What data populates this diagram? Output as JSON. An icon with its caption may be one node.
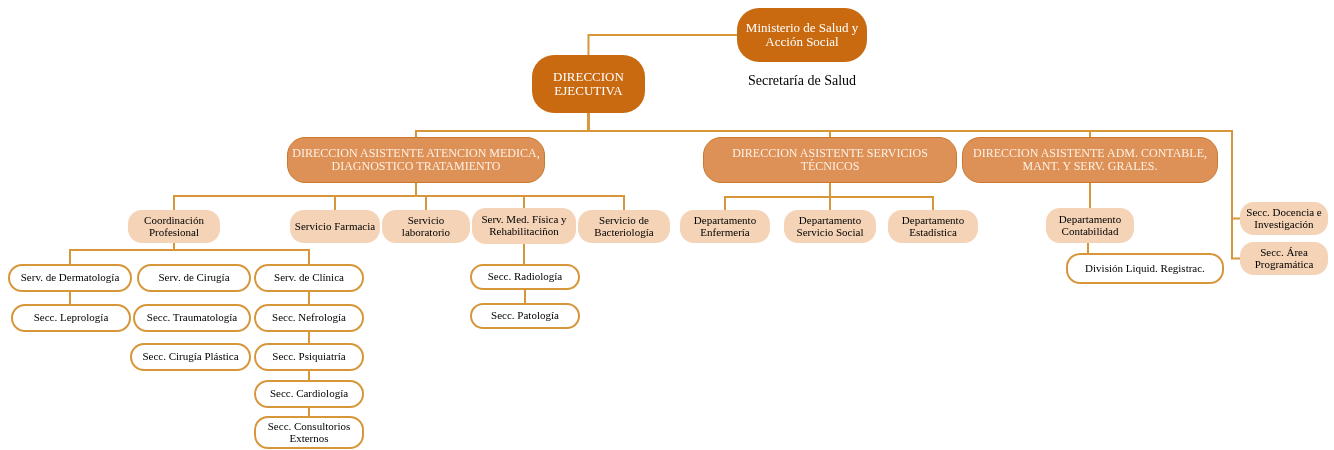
{
  "diagram": {
    "nodes": [
      {
        "text": [
          "Ministerio de Salud y Acción Social"
        ],
        "beside": [
          "Secretaría de Salud"
        ]
      },
      {
        "text": [
          "DIRECCION EJECUTIVA"
        ]
      },
      {
        "text": [
          "DIRECCION ASISTENTE ATENCION MEDICA, DIAGNOSTICO TRATAMIENTO"
        ]
      },
      {
        "text": [
          "DIRECCION ASISTENTE SERVICIOS TÉCNICOS"
        ]
      },
      {
        "text": [
          "DIRECCION ASISTENTE ADM. CONTABLE, MANT. Y SERV. GRALES."
        ]
      },
      {
        "text": [
          "Coordinación Profesional"
        ]
      },
      {
        "text": [
          "Servicio Farmacia"
        ]
      },
      {
        "text": [
          "Servicio laboratorio"
        ]
      },
      {
        "text": [
          "Serv. Med. Física y Rehabilitaciñon"
        ]
      },
      {
        "text": [
          "Servicio de Bacteriología"
        ]
      },
      {
        "text": [
          "Departamento Enfermería"
        ]
      },
      {
        "text": [
          "Departamento Servicio Social"
        ]
      },
      {
        "text": [
          "Departamento Estadística"
        ]
      },
      {
        "text": [
          "Departamento Contabilidad"
        ]
      },
      {
        "text": [
          "Secc. Docencia e Investigación"
        ]
      },
      {
        "text": [
          "Secc. Área Programática"
        ]
      },
      {
        "text": [
          "División Liquid. Registrac."
        ]
      },
      {
        "text": [
          "Serv. de Dermatología"
        ]
      },
      {
        "text": [
          "Serv. de Cirugía"
        ]
      },
      {
        "text": [
          "Serv. de Clínica"
        ]
      },
      {
        "text": [
          "Secc. Leprología"
        ]
      },
      {
        "text": [
          "Secc. Traumatología"
        ]
      },
      {
        "text": [
          "Secc. Nefrología"
        ]
      },
      {
        "text": [
          "Secc. Cirugía Plástica"
        ]
      },
      {
        "text": [
          "Secc. Psiquiatría"
        ]
      },
      {
        "text": [
          "Secc. Cardiología"
        ]
      },
      {
        "text": [
          "Secc. Consultorios Externos"
        ]
      },
      {
        "text": [
          "Secc. Radiología"
        ]
      },
      {
        "text": [
          "Secc. Patología"
        ]
      }
    ],
    "edges": [
      {
        "from": 0,
        "to": 1,
        "arrow": "none"
      },
      {
        "from": 1,
        "to": 2,
        "arrow": "none"
      },
      {
        "from": 1,
        "to": 3,
        "arrow": "none"
      },
      {
        "from": 1,
        "to": 4,
        "arrow": "none"
      },
      {
        "from": 1,
        "to": 14,
        "arrow": "none"
      },
      {
        "from": 1,
        "to": 15,
        "arrow": "none"
      },
      {
        "from": 2,
        "to": 5,
        "arrow": "none"
      },
      {
        "from": 2,
        "to": 6,
        "arrow": "none"
      },
      {
        "from": 2,
        "to": 7,
        "arrow": "none"
      },
      {
        "from": 2,
        "to": 8,
        "arrow": "none"
      },
      {
        "from": 2,
        "to": 9,
        "arrow": "none"
      },
      {
        "from": 3,
        "to": 10,
        "arrow": "none"
      },
      {
        "from": 3,
        "to": 11,
        "arrow": "none"
      },
      {
        "from": 3,
        "to": 12,
        "arrow": "none"
      },
      {
        "from": 4,
        "to": 13,
        "arrow": "none"
      },
      {
        "from": 13,
        "to": 16,
        "arrow": "none"
      },
      {
        "from": 5,
        "to": 17,
        "arrow": "none"
      },
      {
        "from": 5,
        "to": 19,
        "arrow": "none"
      },
      {
        "from": 17,
        "to": 20,
        "arrow": "none"
      },
      {
        "from": 19,
        "to": 22,
        "arrow": "none"
      },
      {
        "from": 22,
        "to": 24,
        "arrow": "none"
      },
      {
        "from": 24,
        "to": 25,
        "arrow": "none"
      },
      {
        "from": 25,
        "to": 26,
        "arrow": "none"
      },
      {
        "from": 8,
        "to": 27,
        "arrow": "none"
      },
      {
        "from": 27,
        "to": 28,
        "arrow": "none"
      }
    ]
  }
}
